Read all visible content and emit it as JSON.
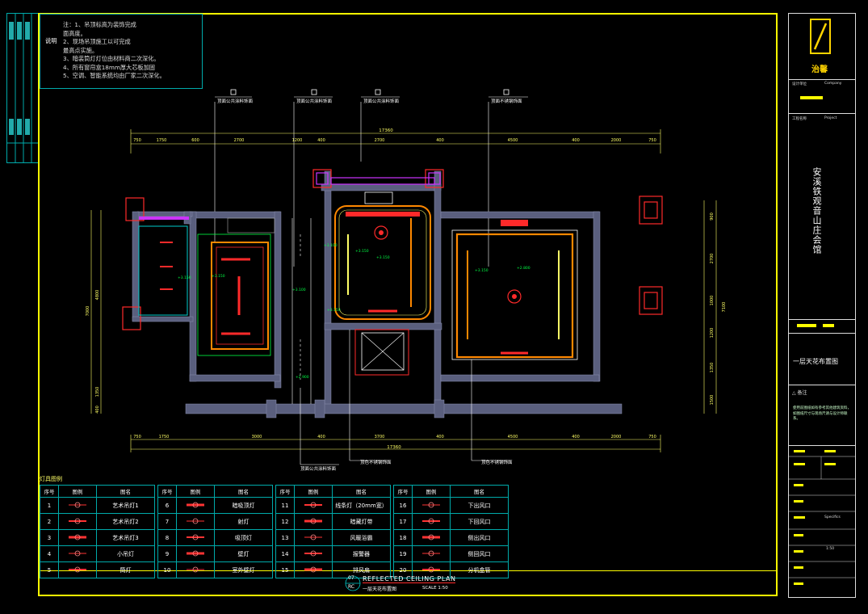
{
  "notes": {
    "label": "说明",
    "lines": [
      "注：1、吊顶标高为装饰完成",
      "       面高度。",
      "     2、现场吊顶施工以可完成",
      "       最高点实施。",
      "     3、暗装筒灯灯位由材料商二次深化。",
      "     4、所有窗帘盒18mm厚大芯板加固",
      "     5、空调、智能系统均由厂家二次深化。"
    ]
  },
  "callouts": {
    "top1": "顶面公共涂料饰面",
    "top2": "顶面公共涂料饰面",
    "top3": "顶面公共涂料饰面",
    "top4": "顶面不锈钢饰面",
    "bottom1": "顶面公共涂料饰面",
    "bottom2": "顶色不锈钢饰面",
    "bottom3": "顶色不锈钢饰面"
  },
  "dimensions": {
    "top_total": "17360",
    "top": [
      "750",
      "1750",
      "600",
      "2700",
      "1200",
      "400",
      "2700",
      "400",
      "4500",
      "400",
      "2000",
      "750"
    ],
    "bottom_total": "17360",
    "bottom": [
      "750",
      "1750",
      "3000",
      "400",
      "3700",
      "400",
      "4500",
      "400",
      "2000",
      "750"
    ],
    "right": [
      "900",
      "2700",
      "1000",
      "1200",
      "1350",
      "1500"
    ],
    "right_total": "7100",
    "left": [
      "4800",
      "1350",
      "400"
    ],
    "left_total": "7000"
  },
  "elevations": [
    "+3.150",
    "+3.100",
    "+3.150",
    "+3.150",
    "+3.100",
    "+3.150",
    "+2.900",
    "+3.150",
    "+3.150",
    "+2.800"
  ],
  "legend": {
    "title": "灯具图例",
    "headers": [
      "序号",
      "图例",
      "图名"
    ],
    "items": [
      {
        "no": "1",
        "name": "艺术吊灯1"
      },
      {
        "no": "2",
        "name": "艺术吊灯2"
      },
      {
        "no": "3",
        "name": "艺术吊灯3"
      },
      {
        "no": "4",
        "name": "小吊灯"
      },
      {
        "no": "5",
        "name": "筒灯"
      },
      {
        "no": "6",
        "name": "暗吸顶灯"
      },
      {
        "no": "7",
        "name": "射灯"
      },
      {
        "no": "8",
        "name": "吸顶灯"
      },
      {
        "no": "9",
        "name": "壁灯"
      },
      {
        "no": "10",
        "name": "室外壁灯"
      },
      {
        "no": "11",
        "name": "线条灯（20mm宽）"
      },
      {
        "no": "12",
        "name": "暗藏灯带"
      },
      {
        "no": "13",
        "name": "风暖浴霸"
      },
      {
        "no": "14",
        "name": "报警器"
      },
      {
        "no": "15",
        "name": "排风扇"
      },
      {
        "no": "16",
        "name": "下出风口"
      },
      {
        "no": "17",
        "name": "下回风口"
      },
      {
        "no": "18",
        "name": "侧出风口"
      },
      {
        "no": "19",
        "name": "侧回风口"
      },
      {
        "no": "20",
        "name": "分机盒管"
      }
    ]
  },
  "drawing_title": {
    "number": "07",
    "code": "RC",
    "en": "REFLECTED CEILING PLAN",
    "cn": "一层天花布置图",
    "scale": "SCALE 1:50"
  },
  "titleblock": {
    "brand": "治馨",
    "company_label": "设计单位",
    "company_en": "Company",
    "project_label": "工程名称",
    "project_en": "Project",
    "project_name": "安溪铁观音山庄会馆",
    "sheet_name": "一层天花布置图",
    "remarks_label": "△ 备注",
    "remarks": "使用前图纸如有参考其他建筑资料，如图纸尺寸与现场尺请与设计师联系。",
    "scale_val": "1:50",
    "specifics_label": "Specifics"
  },
  "colors": {
    "frame": "#ffff00",
    "wall_fill": "#5a5f7e",
    "dim_line": "#ffff66",
    "cyan": "#00cccc",
    "orange": "#ff8800",
    "red": "#ff2a2a",
    "magenta": "#cc33ff",
    "green": "#00ff44"
  }
}
